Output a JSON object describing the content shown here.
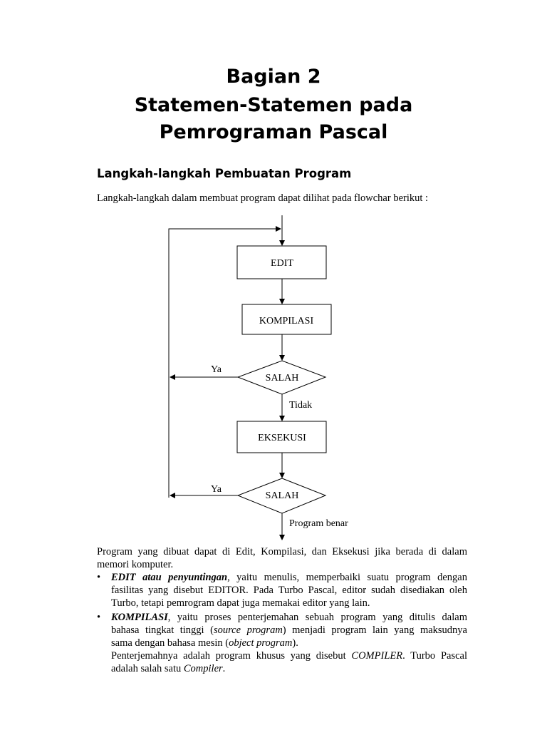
{
  "header": {
    "title_line1": "Bagian 2",
    "title_line2": "Statemen-Statemen pada",
    "title_line3": "Pemrograman Pascal"
  },
  "section": {
    "heading": "Langkah-langkah Pembuatan Program",
    "intro": "Langkah-langkah dalam membuat program dapat dilihat pada flowchar berikut :"
  },
  "flowchart": {
    "edit": "EDIT",
    "kompilasi": "KOMPILASI",
    "salah1": "SALAH",
    "ya1": "Ya",
    "tidak": "Tidak",
    "eksekusi": "EKSEKUSI",
    "salah2": "SALAH",
    "ya2": "Ya",
    "program_benar": "Program benar"
  },
  "paragraph": {
    "line1": "Program yang dibuat dapat di Edit, Kompilasi, dan Eksekusi jika berada di dalam",
    "line2": "memori komputer."
  },
  "bullets": {
    "edit": {
      "term": "EDIT atau penyuntingan",
      "line1_rest": ", yaitu menulis, memperbaiki suatu program dengan",
      "line2": "fasilitas yang disebut EDITOR. Pada Turbo Pascal, editor sudah disediakan oleh",
      "line3": "Turbo, tetapi pemrogram dapat juga memakai editor yang lain."
    },
    "kompilasi": {
      "term": "KOMPILASI",
      "line1_rest": ", yaitu proses penterjemahan sebuah program yang ditulis dalam",
      "line2_a": "bahasa tingkat tinggi (",
      "line2_em": "source program",
      "line2_b": ") menjadi program lain yang maksudnya",
      "line3_a": "sama dengan bahasa mesin (",
      "line3_em": "object program",
      "line3_b": ").",
      "line4_a": "Penterjemahnya adalah program khusus yang disebut ",
      "line4_em": "COMPILER",
      "line4_b": ". Turbo Pascal",
      "line5_a": "adalah salah satu ",
      "line5_em": "Compiler",
      "line5_b": "."
    },
    "symbol": "•"
  }
}
